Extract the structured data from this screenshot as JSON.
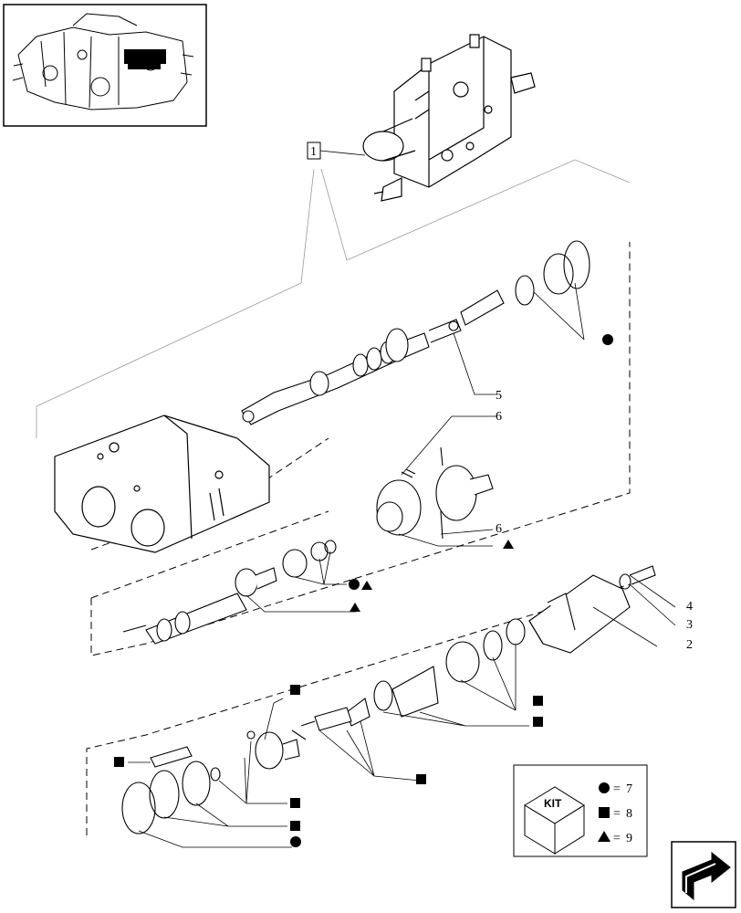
{
  "diagram": {
    "reference_callout": "1",
    "callouts": {
      "c5": "5",
      "c6a": "6",
      "c6b": "6",
      "c4": "4",
      "c3": "3",
      "c2": "2"
    },
    "kit_legend": {
      "badge": "KIT",
      "rows": [
        {
          "symbol": "circle",
          "eq": "=",
          "value": "7"
        },
        {
          "symbol": "square",
          "eq": "=",
          "value": "8"
        },
        {
          "symbol": "triangle",
          "eq": "=",
          "value": "9"
        }
      ]
    },
    "nav": {
      "icon": "next-page-arrow-icon"
    }
  }
}
